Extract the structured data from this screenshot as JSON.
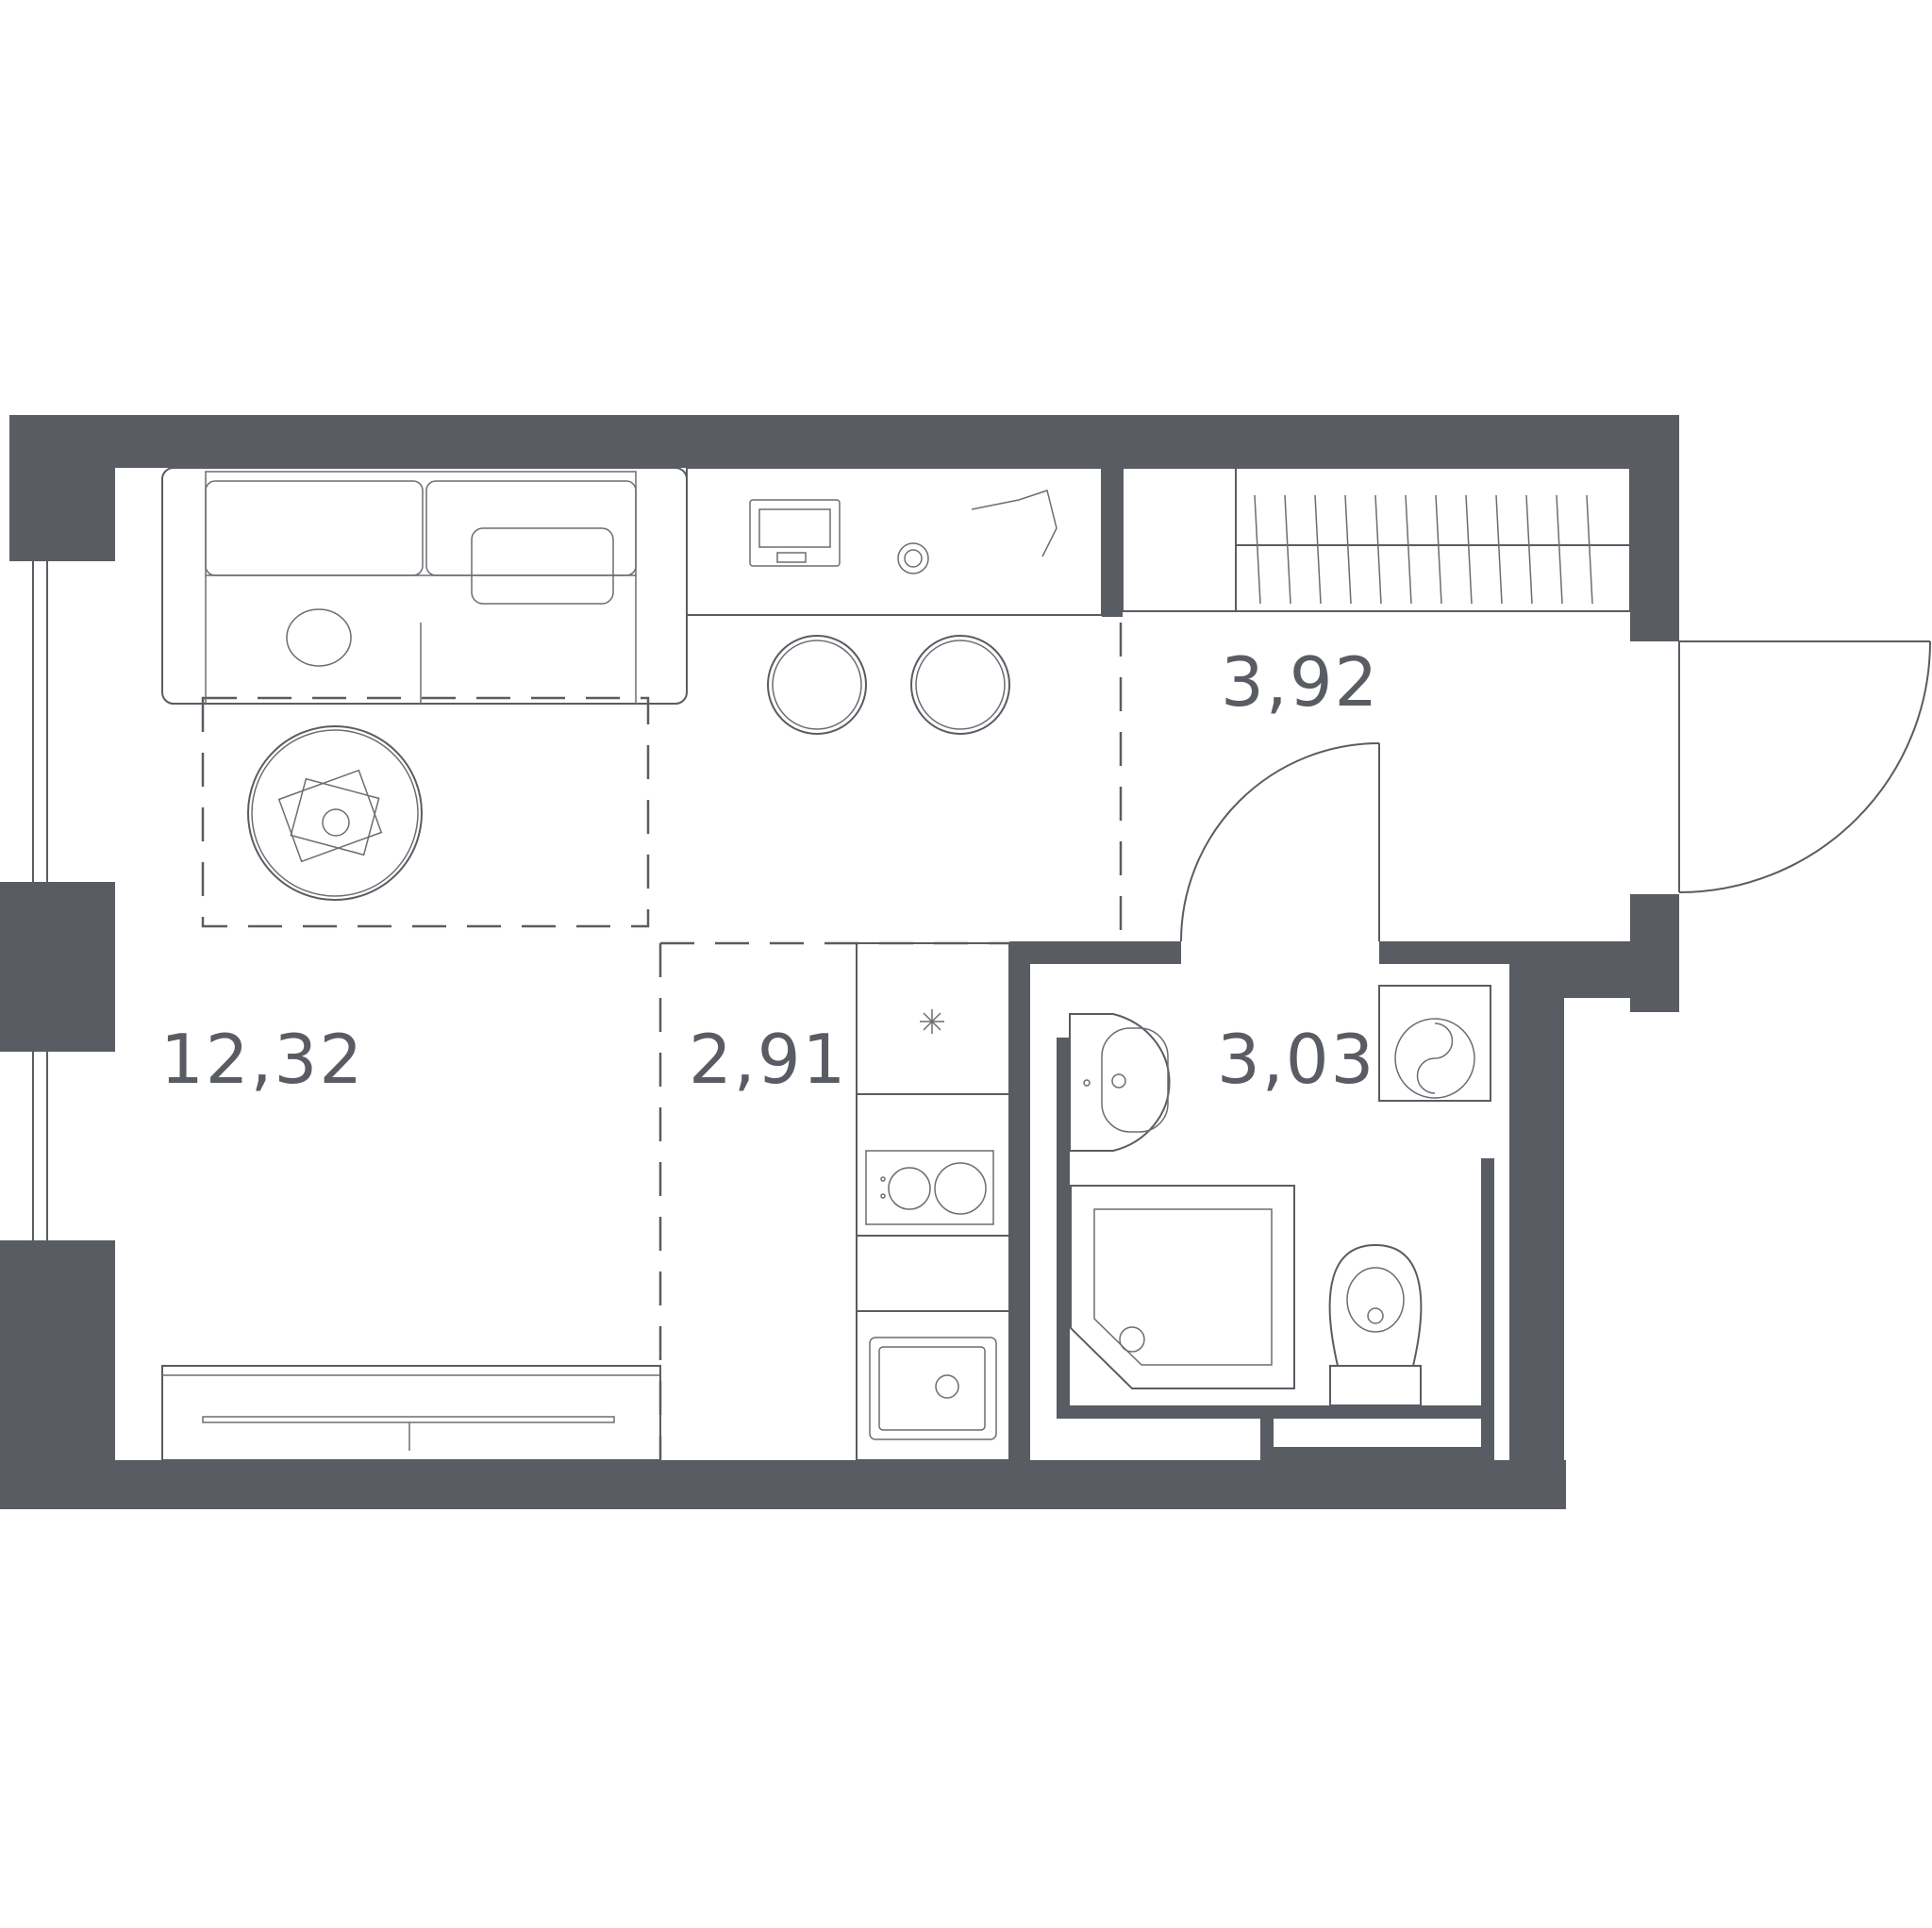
{
  "rooms": {
    "living": {
      "area": "12,32"
    },
    "kitchen": {
      "area": "2,91"
    },
    "hall": {
      "area": "3,92"
    },
    "bathroom": {
      "area": "3,03"
    }
  },
  "colors": {
    "wall": "#5a5c63",
    "line": "#5a5c63",
    "background": "#ffffff"
  }
}
